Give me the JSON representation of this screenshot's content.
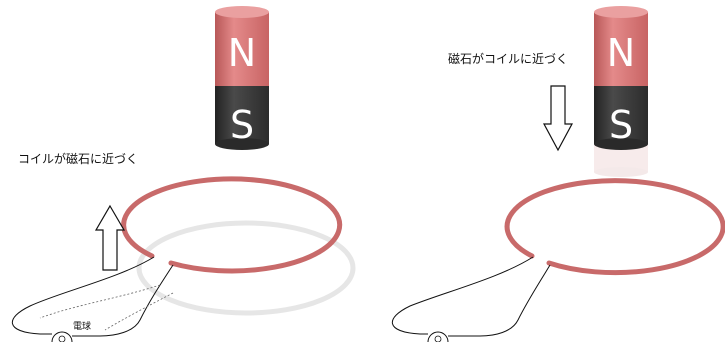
{
  "left_panel": {
    "caption": "コイルが磁石に近づく",
    "bulb_label": "電球",
    "magnet": {
      "north_label": "N",
      "south_label": "S"
    }
  },
  "right_panel": {
    "caption": "磁石がコイルに近づく",
    "magnet": {
      "north_label": "N",
      "south_label": "S"
    }
  },
  "colors": {
    "north": "#e07f7f",
    "south": "#3d3d3d",
    "coil": "#d06f6f",
    "ghost_coil": "#e4e4e4",
    "ghost_magnet": "#f1dede"
  },
  "icons": [
    "bar-magnet",
    "coil-ring",
    "up-arrow",
    "down-arrow",
    "light-bulb"
  ]
}
